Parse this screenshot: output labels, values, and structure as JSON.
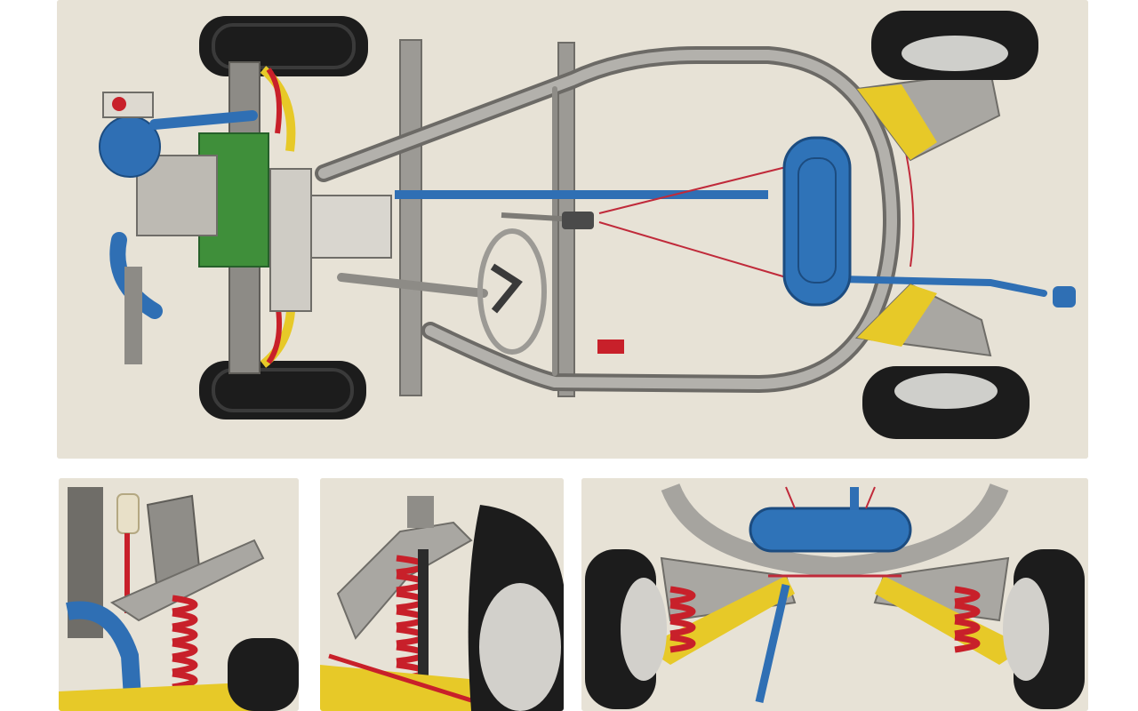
{
  "figure": {
    "kind": "illustration",
    "subject": "car-chassis-cutaway",
    "panels": [
      {
        "id": "main",
        "depicts": "top-view-chassis-with-engine-steering-and-wheels"
      },
      {
        "id": "detail-1",
        "depicts": "front-suspension-coil-spring-and-damper"
      },
      {
        "id": "detail-2",
        "depicts": "suspension-arm-with-coil-spring-and-wheel"
      },
      {
        "id": "detail-3",
        "depicts": "rear-axle-with-tank-springs-and-wheels"
      }
    ]
  },
  "colors": {
    "paper": "#e7e2d6",
    "frame": "#a6a49f",
    "engine_green": "#3f8f3a",
    "blue_parts": "#2f6fb4",
    "yellow_arms": "#e7c928",
    "red_springs": "#c8202a",
    "red_lines": "#c02a3a",
    "tyre": "#1c1c1c"
  }
}
